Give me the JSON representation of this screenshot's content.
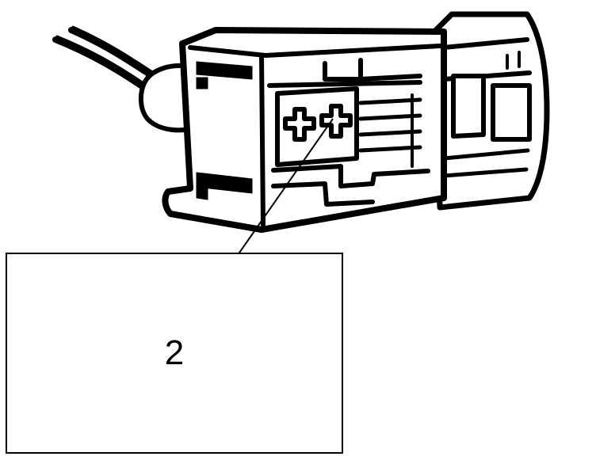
{
  "callout": {
    "number": "2"
  },
  "icons": {
    "connector": "connector-illustration",
    "terminal": "terminal-cavity"
  },
  "colors": {
    "ink": "#000000",
    "paper": "#ffffff"
  }
}
